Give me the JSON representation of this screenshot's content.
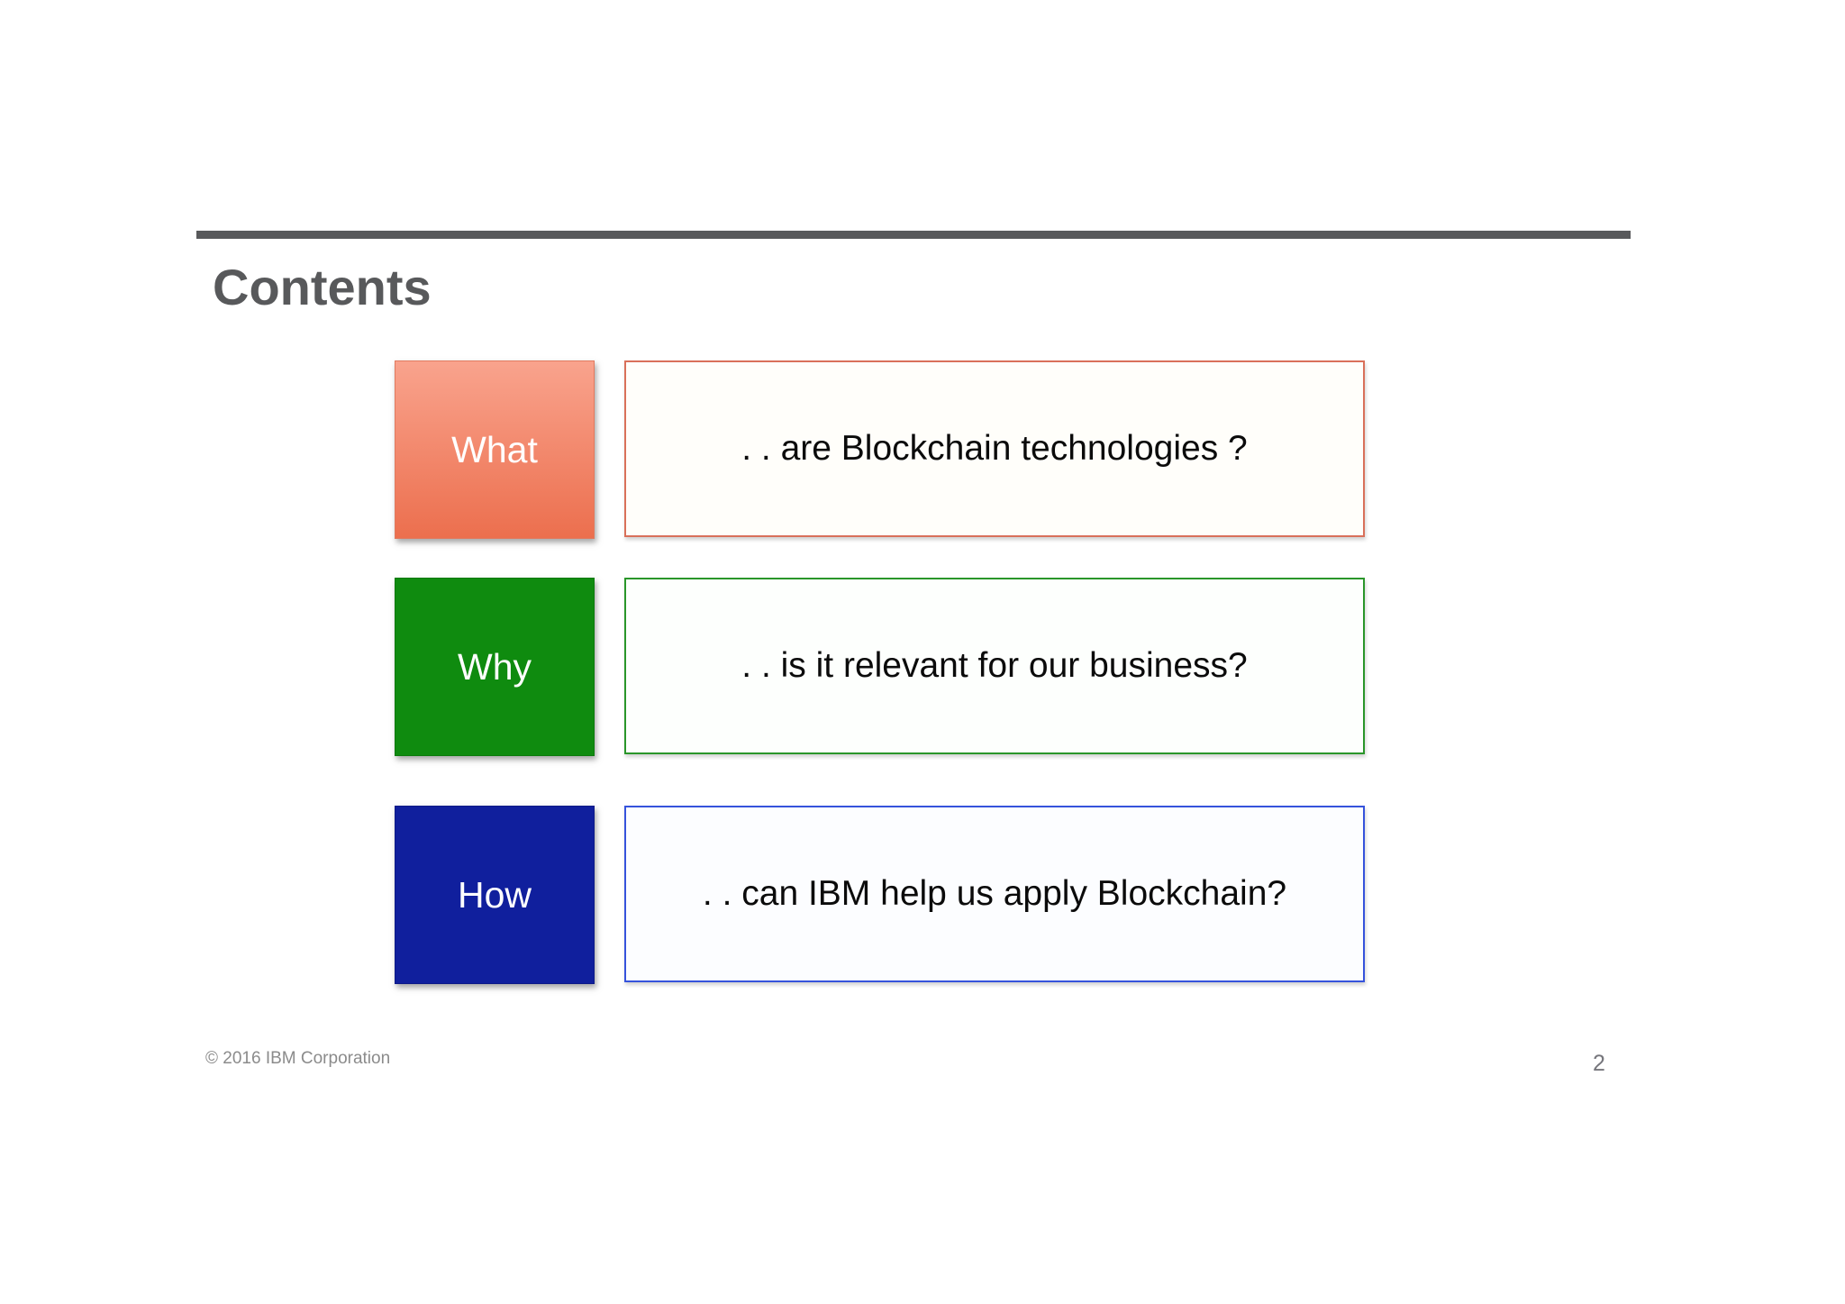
{
  "slide": {
    "title": "Contents",
    "rows": [
      {
        "label": "What",
        "description": ". . are Blockchain technologies ?",
        "accent_color_top": "#f9a38d",
        "accent_color_bottom": "#ec6f4e",
        "border_color": "#d9705a"
      },
      {
        "label": "Why",
        "description": ". . is it relevant for our business?",
        "accent_color": "#0f8b0f",
        "border_color": "#2a962a"
      },
      {
        "label": "How",
        "description": ". . can IBM help us apply Blockchain?",
        "accent_color": "#101f9d",
        "border_color": "#3653dc"
      }
    ],
    "footer": {
      "copyright": "© 2016 IBM Corporation",
      "page_number": "2"
    },
    "colors": {
      "title_text": "#58595b",
      "rule": "#58595b",
      "body_text": "#0b0b0b",
      "footer_text": "#8b8b8b"
    }
  }
}
